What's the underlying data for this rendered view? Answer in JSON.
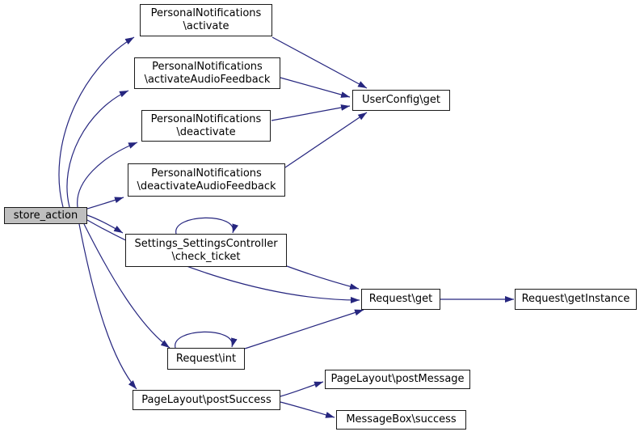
{
  "graph": {
    "type": "call-graph",
    "colors": {
      "background": "#ffffff",
      "edge": "#26267f",
      "node_border": "#1a1a1a",
      "node_fill": "#ffffff",
      "highlight_node_fill": "#bfbfbf",
      "text": "#000000"
    },
    "nodes": {
      "store_action": {
        "label": "store_action",
        "highlighted": true
      },
      "activate": {
        "line1": "PersonalNotifications",
        "line2": "\\activate"
      },
      "activateAudioFeedback": {
        "line1": "PersonalNotifications",
        "line2": "\\activateAudioFeedback"
      },
      "deactivate": {
        "line1": "PersonalNotifications",
        "line2": "\\deactivate"
      },
      "deactivateAudioFeedback": {
        "line1": "PersonalNotifications",
        "line2": "\\deactivateAudioFeedback"
      },
      "userconfig_get": {
        "label": "UserConfig\\get"
      },
      "check_ticket": {
        "line1": "Settings_SettingsController",
        "line2": "\\check_ticket"
      },
      "request_get": {
        "label": "Request\\get"
      },
      "request_getInstance": {
        "label": "Request\\getInstance"
      },
      "request_int": {
        "label": "Request\\int"
      },
      "pagelayout_postSuccess": {
        "label": "PageLayout\\postSuccess"
      },
      "pagelayout_postMessage": {
        "label": "PageLayout\\postMessage"
      },
      "messagebox_success": {
        "label": "MessageBox\\success"
      }
    },
    "edges": [
      {
        "from": "store_action",
        "to": "activate"
      },
      {
        "from": "store_action",
        "to": "activateAudioFeedback"
      },
      {
        "from": "store_action",
        "to": "deactivate"
      },
      {
        "from": "store_action",
        "to": "deactivateAudioFeedback"
      },
      {
        "from": "store_action",
        "to": "check_ticket"
      },
      {
        "from": "store_action",
        "to": "request_get"
      },
      {
        "from": "store_action",
        "to": "request_int"
      },
      {
        "from": "store_action",
        "to": "pagelayout_postSuccess"
      },
      {
        "from": "activate",
        "to": "userconfig_get"
      },
      {
        "from": "activateAudioFeedback",
        "to": "userconfig_get"
      },
      {
        "from": "deactivate",
        "to": "userconfig_get"
      },
      {
        "from": "deactivateAudioFeedback",
        "to": "userconfig_get"
      },
      {
        "from": "check_ticket",
        "to": "check_ticket"
      },
      {
        "from": "check_ticket",
        "to": "request_get"
      },
      {
        "from": "request_int",
        "to": "request_int"
      },
      {
        "from": "request_int",
        "to": "request_get"
      },
      {
        "from": "request_get",
        "to": "request_getInstance"
      },
      {
        "from": "pagelayout_postSuccess",
        "to": "pagelayout_postMessage"
      },
      {
        "from": "pagelayout_postSuccess",
        "to": "messagebox_success"
      }
    ]
  }
}
